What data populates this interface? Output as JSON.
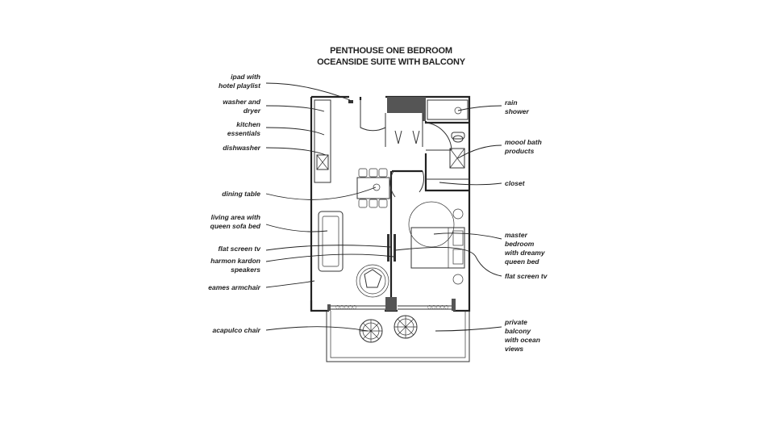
{
  "title": {
    "line1": "PENTHOUSE ONE BEDROOM",
    "line2": "OCEANSIDE SUITE WITH BALCONY"
  },
  "labels": {
    "ipad": [
      "ipad with",
      "hotel playlist"
    ],
    "washer": [
      "washer and",
      "dryer"
    ],
    "kitchen": [
      "kitchen",
      "essentials"
    ],
    "dishwasher": [
      "dishwasher"
    ],
    "dining": [
      "dining table"
    ],
    "living": [
      "living area with",
      "queen sofa bed"
    ],
    "flat_tv_left": [
      "flat screen tv"
    ],
    "harmon": [
      "harmon kardon",
      "speakers"
    ],
    "eames": [
      "eames armchair"
    ],
    "acapulco": [
      "acapulco chair"
    ],
    "rain": [
      "rain",
      "shower"
    ],
    "bath": [
      "moool bath",
      "products"
    ],
    "closet": [
      "closet"
    ],
    "master": [
      "master",
      "bedroom",
      "with dreamy",
      "queen bed"
    ],
    "flat_tv_right": [
      "flat screen tv"
    ],
    "balcony": [
      "private",
      "balcony",
      "with ocean",
      "views"
    ]
  },
  "colors": {
    "ink": "#222222",
    "wall_fill": "#555555",
    "background": "#ffffff"
  }
}
